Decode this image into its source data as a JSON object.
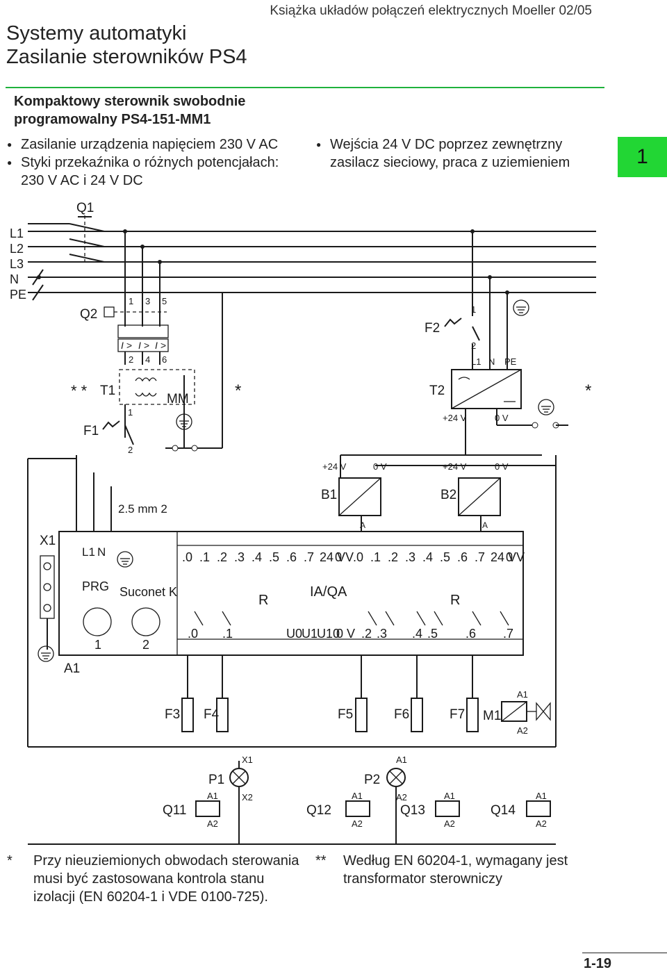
{
  "header": {
    "book_ref": "Książka układów połączeń elektrycznych Moeller 02/05",
    "title_line1": "Systemy automatyki",
    "title_line2": "Zasilanie sterowników PS4",
    "section_tab": "1"
  },
  "intro": {
    "subtitle": "Kompaktowy sterownik swobodnie programowalny PS4-151-MM1",
    "bullets_left": [
      "Zasilanie urządzenia napięciem 230 V AC",
      "Styki przekaźnika o różnych potencjałach: 230 V AC i 24 V DC"
    ],
    "bullets_right": [
      "Wejścia 24 V DC poprzez zewnętrzny zasilacz sieciowy, praca z uziemieniem"
    ]
  },
  "diagram": {
    "lines": [
      "L1",
      "L2",
      "L3",
      "N",
      "PE"
    ],
    "labels": {
      "q1": "Q1",
      "q2": "Q2",
      "t1": "T1",
      "f1": "F1",
      "f2": "F2",
      "t2": "T2",
      "mm": "MM",
      "b1": "B1",
      "b2": "B2",
      "x1": "X1",
      "a1": "A1",
      "prg": "PRG",
      "suconet": "Suconet K",
      "iaqa": "IA/QA",
      "r": "R",
      "cross_section": "2.5 mm 2",
      "star": "*",
      "double_star": "* *",
      "overcurrent": "I >",
      "plus24": "+24 V",
      "zero_v": "0 V",
      "a": "A",
      "l1": "L1",
      "n": "N",
      "pe": "PE",
      "v24": "24 V",
      "u0": "U0",
      "u1": "U1",
      "u10": "U10",
      "n1": "1",
      "n2": "2",
      "n3": "3",
      "n4": "4",
      "n5": "5",
      "n6": "6",
      "coil_a1": "A1",
      "coil_a2": "A2",
      "lamp_x1": "X1",
      "lamp_x2": "X2",
      "m1": "M1",
      "p1": "P1",
      "p2": "P2"
    },
    "inputs": [
      ".0",
      ".1",
      ".2",
      ".3",
      ".4",
      ".5",
      ".6",
      ".7"
    ],
    "outputs_left": [
      ".0",
      ".1"
    ],
    "outputs_right": [
      ".2",
      ".3",
      ".4",
      ".5",
      ".6",
      ".7"
    ],
    "fuses": [
      "F3",
      "F4",
      "F5",
      "F6",
      "F7"
    ],
    "relays": [
      "Q11",
      "Q12",
      "Q13",
      "Q14"
    ]
  },
  "notes": {
    "note1_mark": "*",
    "note1": "Przy nieuziemionych obwodach sterowania musi być zastosowana kontrola stanu izolacji (EN 60204-1 i VDE 0100-725).",
    "note2_mark": "**",
    "note2": "Według EN 60204-1, wymagany jest transformator sterowniczy"
  },
  "footer": {
    "page_number": "1-19"
  },
  "colors": {
    "accent": "#22d634",
    "rule": "#1fb23c"
  }
}
